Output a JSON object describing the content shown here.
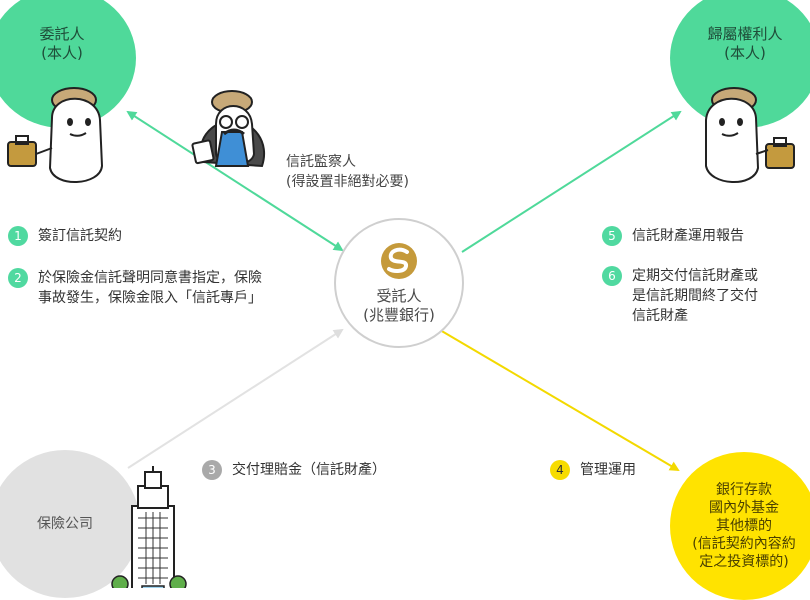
{
  "nodes": {
    "settlor": {
      "line1": "委託人",
      "line2": "(本人)"
    },
    "beneficiary": {
      "line1": "歸屬權利人",
      "line2": "(本人)"
    },
    "trustee": {
      "line1": "受託人",
      "line2": "(兆豐銀行)"
    },
    "insurer": {
      "label": "保險公司"
    },
    "investment": {
      "line1": "銀行存款",
      "line2": "國內外基金",
      "line3": "其他標的",
      "line4": "(信託契約內容約",
      "line5": "定之投資標的)"
    }
  },
  "supervisor": {
    "line1": "信託監察人",
    "line2": "(得設置非絕對必要)"
  },
  "steps": [
    {
      "num": "1",
      "line1": "簽訂信託契約"
    },
    {
      "num": "2",
      "line1": "於保險金信託聲明同意書指定，保險",
      "line2": "事故發生，保險金限入「信託專戶」"
    },
    {
      "num": "3",
      "line1": "交付理賠金（信託財產）"
    },
    {
      "num": "4",
      "line1": "管理運用"
    },
    {
      "num": "5",
      "line1": "信託財產運用報告"
    },
    {
      "num": "6",
      "line1": "定期交付信託財產或",
      "line2": "是信託期間終了交付",
      "line3": "信託財產"
    }
  ],
  "colors": {
    "green": "#4fd99a",
    "yellow": "#ffe300",
    "gray": "#e1e1e1",
    "arrow_green": "#4fd99a",
    "arrow_yellow": "#ffe300",
    "arrow_gray": "#dcdcdc"
  }
}
